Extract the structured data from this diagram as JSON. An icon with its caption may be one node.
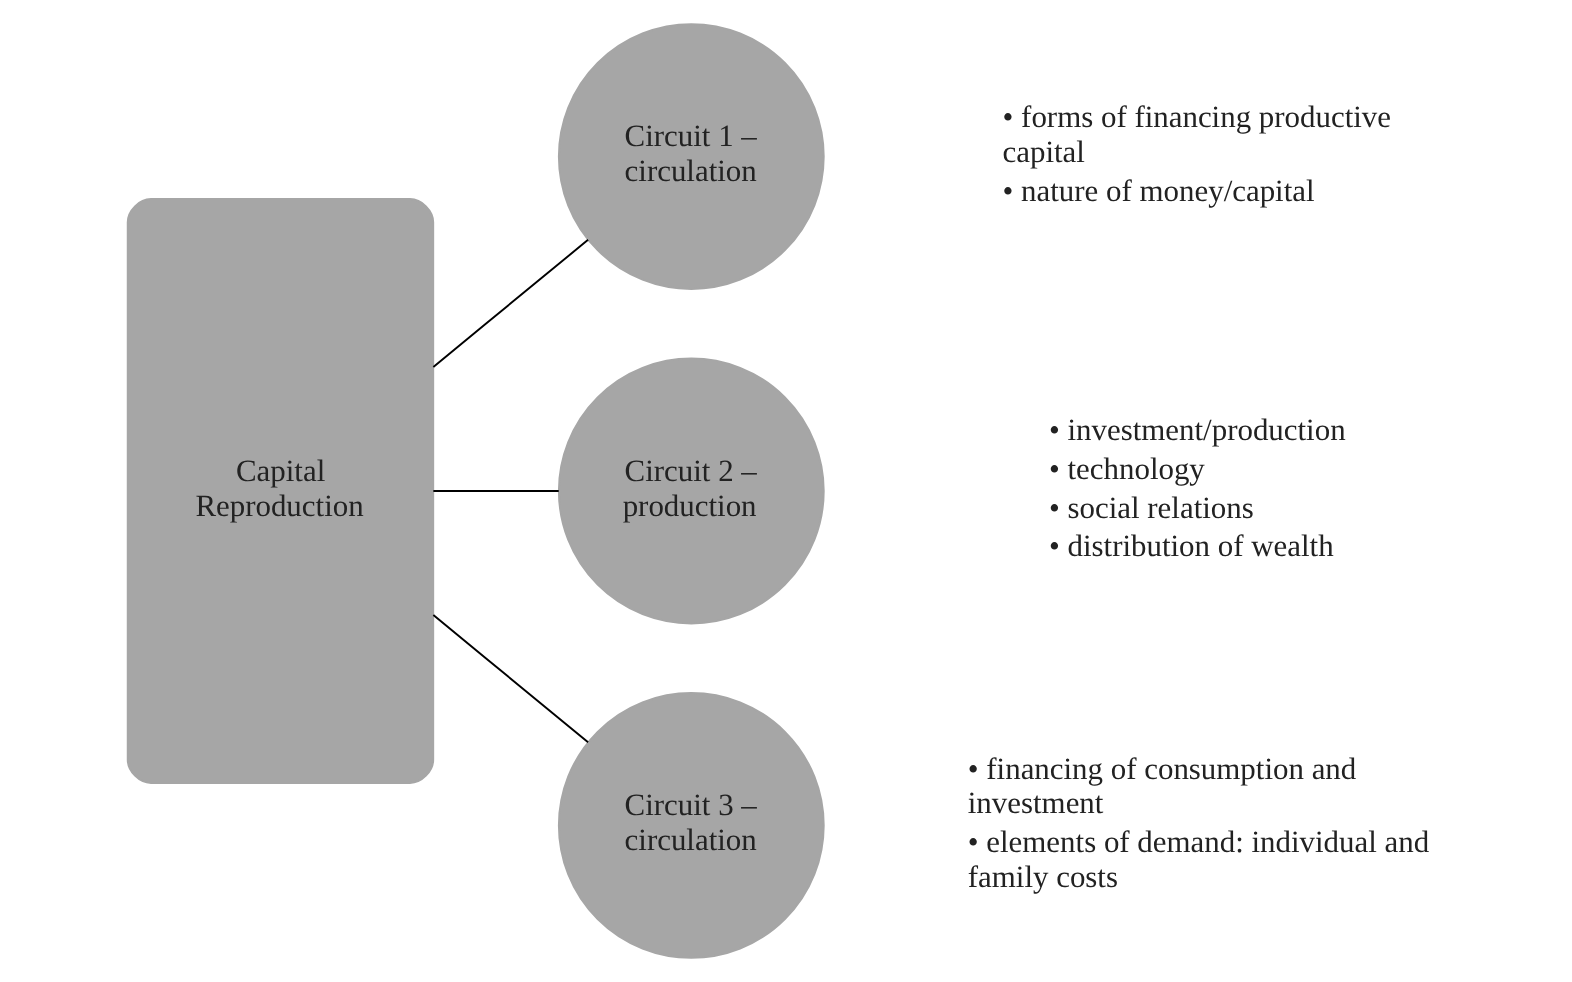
{
  "diagram": {
    "nodes": [
      {
        "text": [
          "Capital Reproduction"
        ]
      },
      {
        "text": [
          "Circuit 1 – circulation"
        ],
        "beside": [
          "• forms of financing productive capital",
          "• nature of money/capital"
        ]
      },
      {
        "text": [
          "Circuit 2 – production"
        ],
        "beside": [
          "• investment/production",
          "• technology",
          "• social relations",
          "• distribution of wealth"
        ]
      },
      {
        "text": [
          "Circuit 3 – circulation"
        ],
        "beside": [
          "• financing of consumption and investment",
          "• elements of demand: individual and family costs"
        ]
      }
    ],
    "edges": [
      {
        "from": 0,
        "to": 1,
        "arrow": "none"
      },
      {
        "from": 0,
        "to": 2,
        "arrow": "none"
      },
      {
        "from": 0,
        "to": 3,
        "arrow": "none"
      }
    ]
  }
}
